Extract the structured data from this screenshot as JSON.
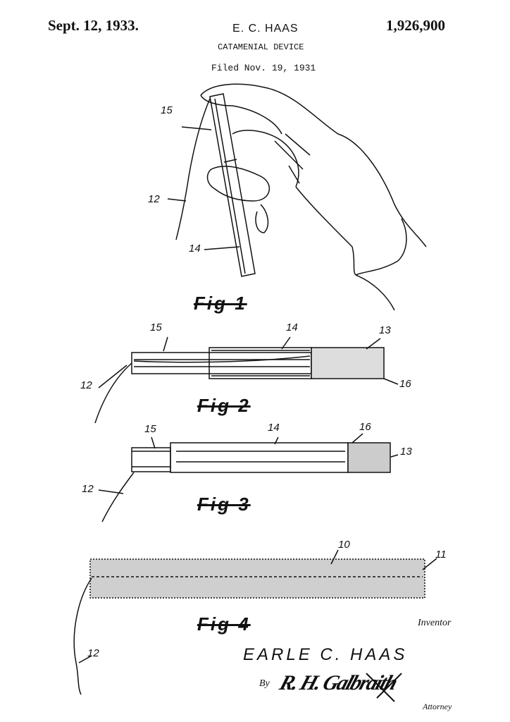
{
  "header": {
    "date": "Sept. 12, 1933.",
    "inventor_short": "E. C. HAAS",
    "patent_number": "1,926,900",
    "title": "CATAMENIAL DEVICE",
    "filed": "Filed Nov. 19, 1931"
  },
  "figures": [
    {
      "caption": "Fig 1",
      "refs": [
        "15",
        "12",
        "14"
      ]
    },
    {
      "caption": "Fig 2",
      "refs": [
        "15",
        "14",
        "13",
        "16",
        "12"
      ]
    },
    {
      "caption": "Fig 3",
      "refs": [
        "15",
        "14",
        "16",
        "13",
        "12"
      ]
    },
    {
      "caption": "Fig 4",
      "refs": [
        "10",
        "11",
        "12"
      ]
    }
  ],
  "signature": {
    "inventor_label": "Inventor",
    "inventor_name": "EARLE C. HAAS",
    "by": "By",
    "attorney_signature": "R. H. Galbraith",
    "attorney_label": "Attorney"
  }
}
